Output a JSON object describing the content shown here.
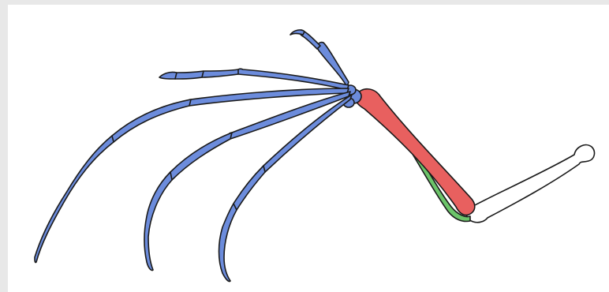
{
  "diagram": {
    "colors": {
      "hand_bones": "#6c8cdc",
      "radius": "#e8605f",
      "ulna": "#6cc46a",
      "humerus": "#ffffff",
      "outline": "#1a1a1a",
      "background": "#ffffff",
      "frame": "#e8e8e8"
    },
    "parts": [
      {
        "key": "humerus",
        "color": "#ffffff"
      },
      {
        "key": "radius",
        "color": "#e8605f"
      },
      {
        "key": "ulna",
        "color": "#6cc46a"
      },
      {
        "key": "carpals",
        "color": "#6c8cdc"
      },
      {
        "key": "thumb",
        "color": "#6c8cdc"
      },
      {
        "key": "digit-2",
        "color": "#6c8cdc"
      },
      {
        "key": "digit-3",
        "color": "#6c8cdc"
      },
      {
        "key": "digit-4",
        "color": "#6c8cdc"
      },
      {
        "key": "digit-5",
        "color": "#6c8cdc"
      }
    ]
  }
}
